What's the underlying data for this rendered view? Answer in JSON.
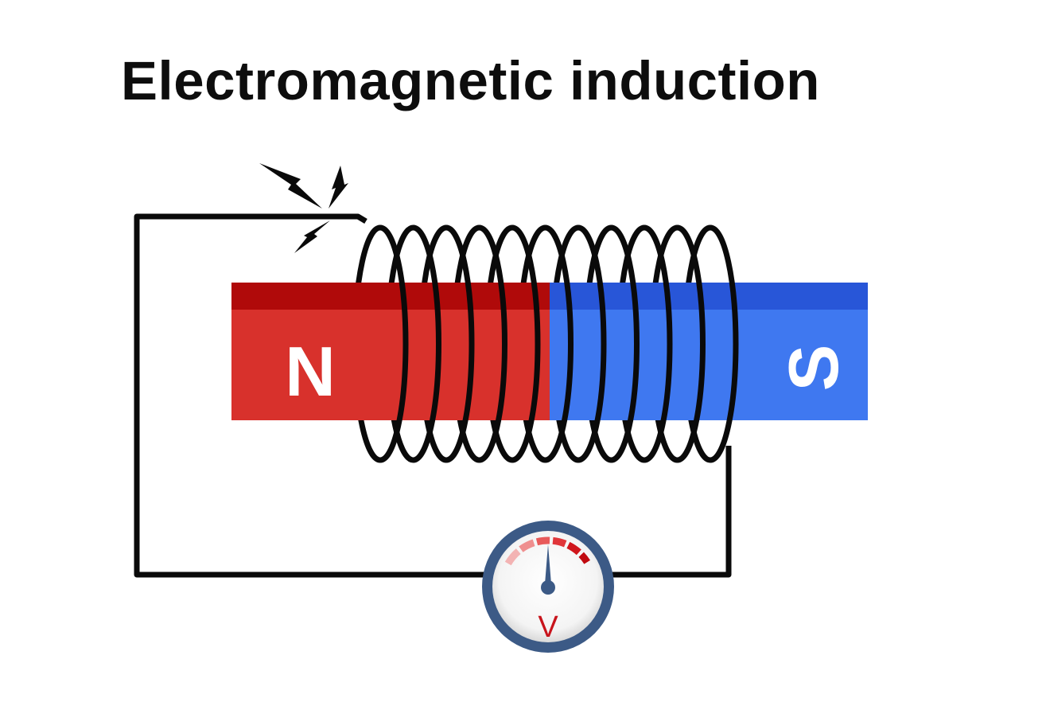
{
  "title": "Electromagnetic induction",
  "magnet": {
    "north_label": "N",
    "south_label": "S",
    "north_color": "#d8312c",
    "north_top_color": "#b00a0a",
    "south_color": "#3f78f0",
    "south_top_color": "#2856d8"
  },
  "coil": {
    "wire_color": "#0a0a0a"
  },
  "spark": {
    "icon": "lightning-bolt-icon",
    "color": "#0a0a0a"
  },
  "meter": {
    "unit_label": "V",
    "needle_color": "#3c5a86",
    "rim_color": "#3c5a86",
    "scale_color": "#e0363a"
  }
}
